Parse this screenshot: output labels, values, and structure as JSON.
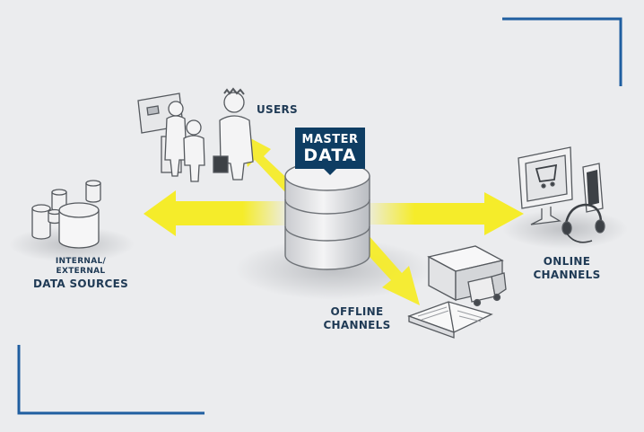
{
  "hub": {
    "line1": "MASTER",
    "line2": "DATA"
  },
  "nodes": {
    "users": "USERS",
    "data_sources": {
      "line1": "INTERNAL/",
      "line2": "EXTERNAL",
      "line3": "DATA SOURCES"
    },
    "offline": {
      "line1": "OFFLINE",
      "line2": "CHANNELS"
    },
    "online": {
      "line1": "ONLINE",
      "line2": "CHANNELS"
    }
  },
  "colors": {
    "arrow": "#f5ec2a",
    "accent_blue": "#1f5ea0",
    "badge": "#0e3d63",
    "label": "#1f3a55",
    "background": "#ebecee"
  },
  "icons": [
    "database-icon",
    "users-icon",
    "data-sources-icon",
    "offline-channels-icon",
    "online-channels-icon"
  ]
}
